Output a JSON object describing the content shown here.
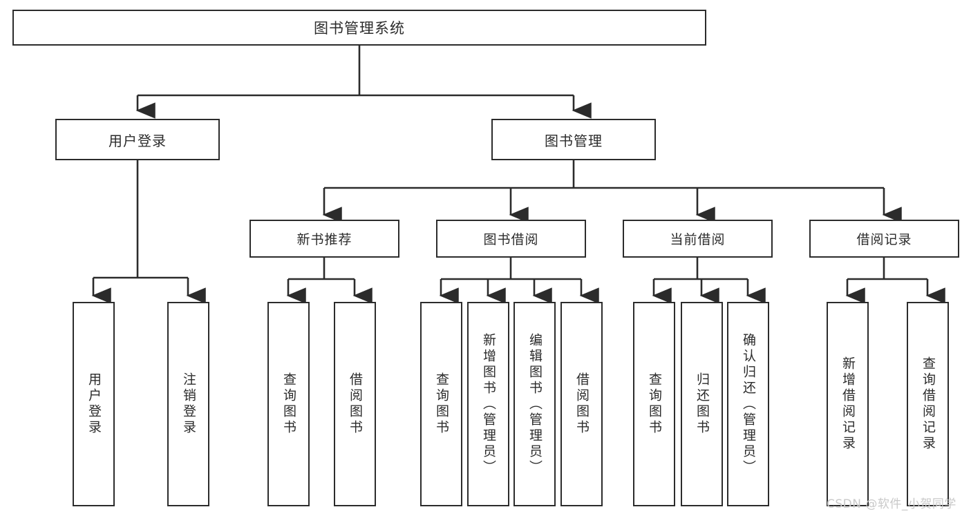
{
  "diagram": {
    "type": "tree-hierarchy-chart",
    "title": "图书管理系统",
    "line_color": "#2b2b2b",
    "box_fill": "#ffffff",
    "text_color": "#2b2b2b",
    "nodes": {
      "root": {
        "label": "图书管理系统"
      },
      "level2": [
        {
          "id": "user-login",
          "label": "用户登录"
        },
        {
          "id": "book-manage",
          "label": "图书管理"
        }
      ],
      "level3": [
        {
          "id": "new-book-rec",
          "label": "新书推荐"
        },
        {
          "id": "book-borrow",
          "label": "图书借阅"
        },
        {
          "id": "current-borrow",
          "label": "当前借阅"
        },
        {
          "id": "borrow-record",
          "label": "借阅记录"
        }
      ],
      "leaves": [
        {
          "id": "leaf-user-login",
          "label": "用户登录",
          "parent": "user-login"
        },
        {
          "id": "leaf-logout",
          "label": "注销登录",
          "parent": "user-login"
        },
        {
          "id": "leaf-query-book-1",
          "label": "查询图书",
          "parent": "new-book-rec"
        },
        {
          "id": "leaf-borrow-book-1",
          "label": "借阅图书",
          "parent": "new-book-rec"
        },
        {
          "id": "leaf-query-book-2",
          "label": "查询图书",
          "parent": "book-borrow"
        },
        {
          "id": "leaf-add-book",
          "label": "新增图书（管理员）",
          "parent": "book-borrow"
        },
        {
          "id": "leaf-edit-book",
          "label": "编辑图书（管理员）",
          "parent": "book-borrow"
        },
        {
          "id": "leaf-borrow-book-2",
          "label": "借阅图书",
          "parent": "book-borrow"
        },
        {
          "id": "leaf-query-book-3",
          "label": "查询图书",
          "parent": "current-borrow"
        },
        {
          "id": "leaf-return-book",
          "label": "归还图书",
          "parent": "current-borrow"
        },
        {
          "id": "leaf-confirm-return",
          "label": "确认归还（管理员）",
          "parent": "current-borrow"
        },
        {
          "id": "leaf-add-record",
          "label": "新增借阅记录",
          "parent": "borrow-record"
        },
        {
          "id": "leaf-query-record",
          "label": "查询借阅记录",
          "parent": "borrow-record"
        }
      ]
    }
  },
  "watermark": {
    "text": "CSDN @软件_小贺同学",
    "color": "#c9c9c9"
  }
}
